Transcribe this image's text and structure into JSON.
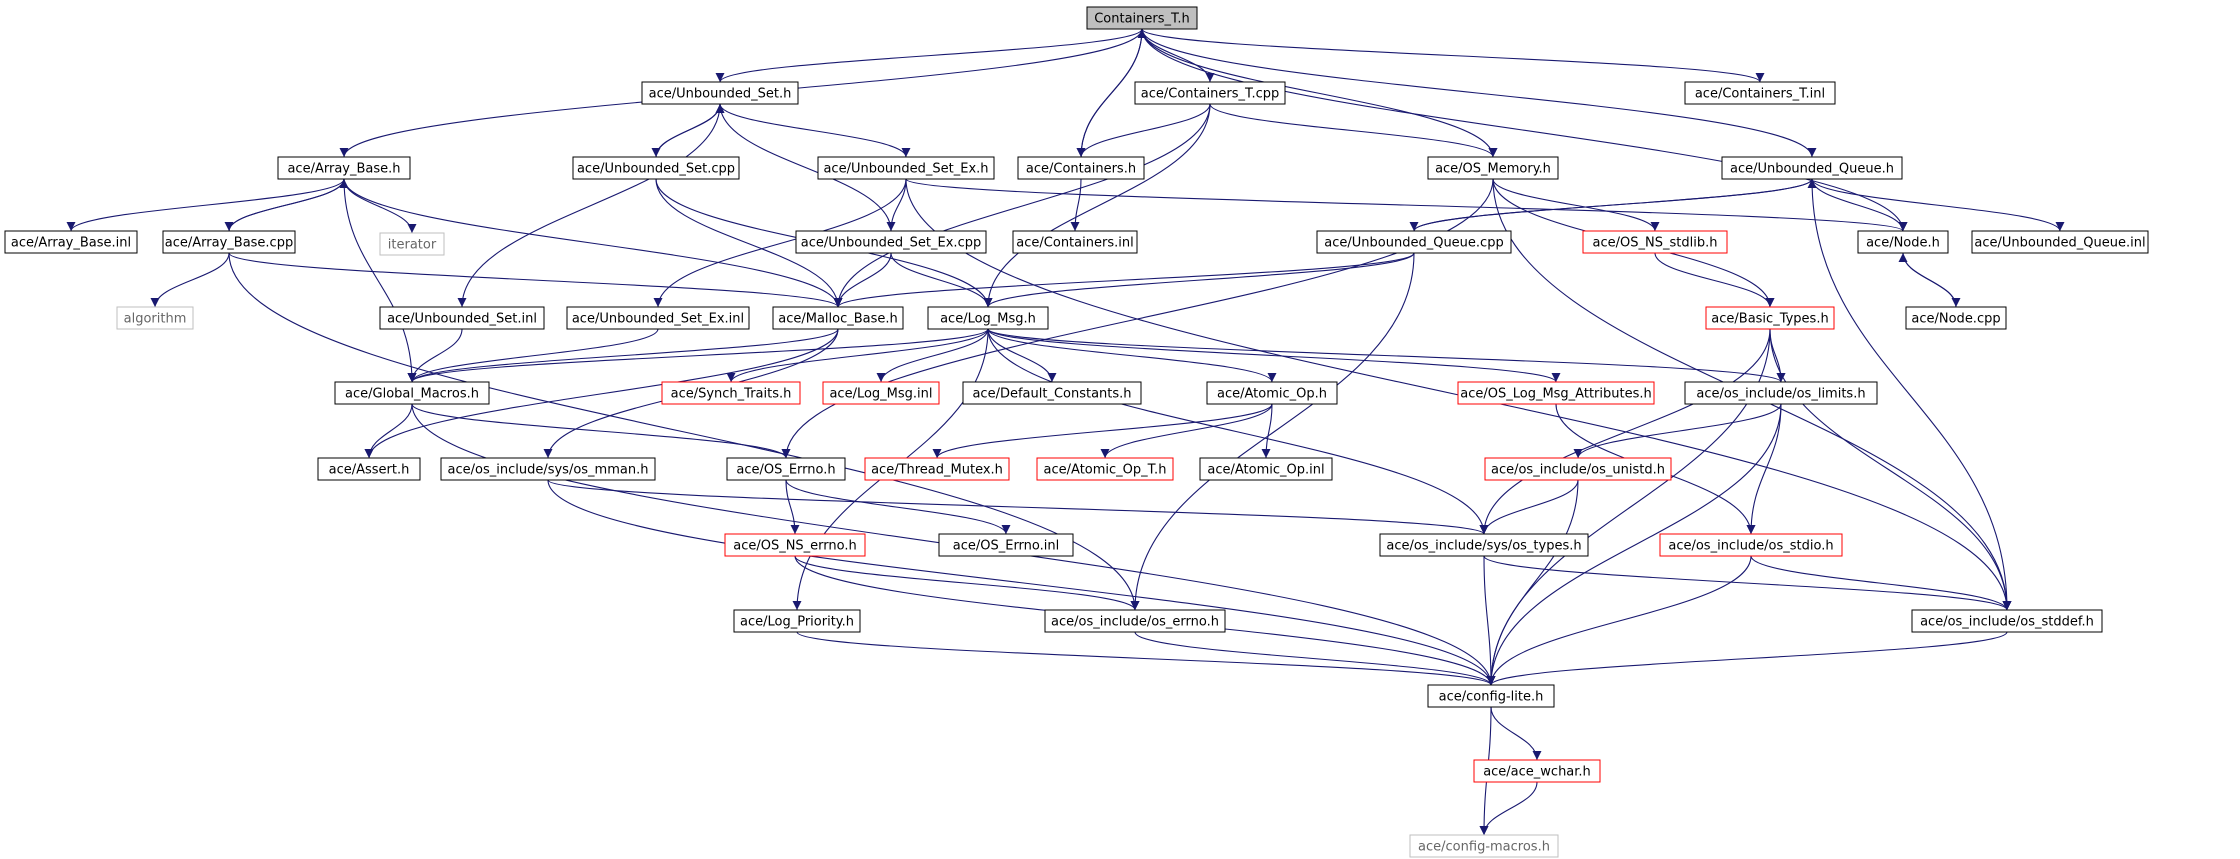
{
  "graph": {
    "nodes": [
      {
        "id": "containers_t_h",
        "label": "Containers_T.h",
        "style": "root"
      },
      {
        "id": "unbounded_set_h",
        "label": "ace/Unbounded_Set.h",
        "style": "normal"
      },
      {
        "id": "containers_t_cpp",
        "label": "ace/Containers_T.cpp",
        "style": "normal"
      },
      {
        "id": "containers_t_inl",
        "label": "ace/Containers_T.inl",
        "style": "normal"
      },
      {
        "id": "array_base_h",
        "label": "ace/Array_Base.h",
        "style": "normal"
      },
      {
        "id": "unbounded_set_cpp",
        "label": "ace/Unbounded_Set.cpp",
        "style": "normal"
      },
      {
        "id": "unbounded_set_ex_h",
        "label": "ace/Unbounded_Set_Ex.h",
        "style": "normal"
      },
      {
        "id": "containers_h",
        "label": "ace/Containers.h",
        "style": "normal"
      },
      {
        "id": "os_memory_h",
        "label": "ace/OS_Memory.h",
        "style": "normal"
      },
      {
        "id": "unbounded_queue_h",
        "label": "ace/Unbounded_Queue.h",
        "style": "normal"
      },
      {
        "id": "array_base_inl",
        "label": "ace/Array_Base.inl",
        "style": "normal"
      },
      {
        "id": "array_base_cpp",
        "label": "ace/Array_Base.cpp",
        "style": "normal"
      },
      {
        "id": "iterator",
        "label": "iterator",
        "style": "grey"
      },
      {
        "id": "unbounded_set_ex_cpp",
        "label": "ace/Unbounded_Set_Ex.cpp",
        "style": "normal"
      },
      {
        "id": "containers_inl",
        "label": "ace/Containers.inl",
        "style": "normal"
      },
      {
        "id": "unbounded_queue_cpp",
        "label": "ace/Unbounded_Queue.cpp",
        "style": "normal"
      },
      {
        "id": "os_ns_stdlib_h",
        "label": "ace/OS_NS_stdlib.h",
        "style": "red"
      },
      {
        "id": "node_h",
        "label": "ace/Node.h",
        "style": "normal"
      },
      {
        "id": "unbounded_queue_inl",
        "label": "ace/Unbounded_Queue.inl",
        "style": "normal"
      },
      {
        "id": "algorithm",
        "label": "algorithm",
        "style": "grey"
      },
      {
        "id": "unbounded_set_inl",
        "label": "ace/Unbounded_Set.inl",
        "style": "normal"
      },
      {
        "id": "unbounded_set_ex_inl",
        "label": "ace/Unbounded_Set_Ex.inl",
        "style": "normal"
      },
      {
        "id": "malloc_base_h",
        "label": "ace/Malloc_Base.h",
        "style": "normal"
      },
      {
        "id": "log_msg_h",
        "label": "ace/Log_Msg.h",
        "style": "normal"
      },
      {
        "id": "basic_types_h",
        "label": "ace/Basic_Types.h",
        "style": "red"
      },
      {
        "id": "node_cpp",
        "label": "ace/Node.cpp",
        "style": "normal"
      },
      {
        "id": "global_macros_h",
        "label": "ace/Global_Macros.h",
        "style": "normal"
      },
      {
        "id": "synch_traits_h",
        "label": "ace/Synch_Traits.h",
        "style": "red"
      },
      {
        "id": "log_msg_inl",
        "label": "ace/Log_Msg.inl",
        "style": "red"
      },
      {
        "id": "default_constants_h",
        "label": "ace/Default_Constants.h",
        "style": "normal"
      },
      {
        "id": "atomic_op_h",
        "label": "ace/Atomic_Op.h",
        "style": "normal"
      },
      {
        "id": "os_log_msg_attributes_h",
        "label": "ace/OS_Log_Msg_Attributes.h",
        "style": "red"
      },
      {
        "id": "os_limits_h",
        "label": "ace/os_include/os_limits.h",
        "style": "normal"
      },
      {
        "id": "assert_h",
        "label": "ace/Assert.h",
        "style": "normal"
      },
      {
        "id": "os_mman_h",
        "label": "ace/os_include/sys/os_mman.h",
        "style": "normal"
      },
      {
        "id": "os_errno_h",
        "label": "ace/OS_Errno.h",
        "style": "normal"
      },
      {
        "id": "thread_mutex_h",
        "label": "ace/Thread_Mutex.h",
        "style": "red"
      },
      {
        "id": "atomic_op_t_h",
        "label": "ace/Atomic_Op_T.h",
        "style": "red"
      },
      {
        "id": "atomic_op_inl",
        "label": "ace/Atomic_Op.inl",
        "style": "normal"
      },
      {
        "id": "os_unistd_h",
        "label": "ace/os_include/os_unistd.h",
        "style": "red"
      },
      {
        "id": "os_ns_errno_h",
        "label": "ace/OS_NS_errno.h",
        "style": "red"
      },
      {
        "id": "os_errno_inl",
        "label": "ace/OS_Errno.inl",
        "style": "normal"
      },
      {
        "id": "os_types_h",
        "label": "ace/os_include/sys/os_types.h",
        "style": "normal"
      },
      {
        "id": "os_stdio_h",
        "label": "ace/os_include/os_stdio.h",
        "style": "red"
      },
      {
        "id": "log_priority_h",
        "label": "ace/Log_Priority.h",
        "style": "normal"
      },
      {
        "id": "os_include_os_errno_h",
        "label": "ace/os_include/os_errno.h",
        "style": "normal"
      },
      {
        "id": "os_stddef_h",
        "label": "ace/os_include/os_stddef.h",
        "style": "normal"
      },
      {
        "id": "config_lite_h",
        "label": "ace/config-lite.h",
        "style": "normal"
      },
      {
        "id": "ace_wchar_h",
        "label": "ace/ace_wchar.h",
        "style": "red"
      },
      {
        "id": "config_macros_h",
        "label": "ace/config-macros.h",
        "style": "grey"
      }
    ],
    "edges": [
      [
        "containers_t_h",
        "unbounded_set_h"
      ],
      [
        "containers_t_h",
        "containers_t_cpp"
      ],
      [
        "containers_t_h",
        "containers_t_inl"
      ],
      [
        "containers_t_h",
        "array_base_h"
      ],
      [
        "containers_t_h",
        "containers_h"
      ],
      [
        "containers_t_h",
        "unbounded_queue_h"
      ],
      [
        "containers_t_h",
        "node_h"
      ],
      [
        "containers_t_h",
        "os_memory_h"
      ],
      [
        "containers_t_cpp",
        "containers_h"
      ],
      [
        "containers_t_cpp",
        "os_memory_h"
      ],
      [
        "containers_t_cpp",
        "malloc_base_h"
      ],
      [
        "containers_t_cpp",
        "log_msg_h"
      ],
      [
        "containers_h",
        "containers_t_h"
      ],
      [
        "containers_h",
        "containers_inl"
      ],
      [
        "unbounded_set_h",
        "unbounded_set_cpp"
      ],
      [
        "unbounded_set_h",
        "unbounded_set_ex_h"
      ],
      [
        "unbounded_set_h",
        "unbounded_set_inl"
      ],
      [
        "unbounded_set_cpp",
        "unbounded_set_h"
      ],
      [
        "unbounded_set_cpp",
        "malloc_base_h"
      ],
      [
        "unbounded_set_cpp",
        "log_msg_h"
      ],
      [
        "unbounded_set_ex_h",
        "unbounded_set_ex_cpp"
      ],
      [
        "unbounded_set_ex_h",
        "unbounded_set_ex_inl"
      ],
      [
        "unbounded_set_ex_h",
        "node_h"
      ],
      [
        "unbounded_set_ex_h",
        "os_stddef_h"
      ],
      [
        "unbounded_set_ex_cpp",
        "unbounded_set_h"
      ],
      [
        "unbounded_set_ex_cpp",
        "malloc_base_h"
      ],
      [
        "unbounded_set_ex_cpp",
        "log_msg_h"
      ],
      [
        "array_base_h",
        "array_base_inl"
      ],
      [
        "array_base_h",
        "array_base_cpp"
      ],
      [
        "array_base_h",
        "iterator"
      ],
      [
        "array_base_h",
        "global_macros_h"
      ],
      [
        "array_base_h",
        "malloc_base_h"
      ],
      [
        "array_base_cpp",
        "array_base_h"
      ],
      [
        "array_base_cpp",
        "algorithm"
      ],
      [
        "array_base_cpp",
        "malloc_base_h"
      ],
      [
        "array_base_cpp",
        "os_include_os_errno_h"
      ],
      [
        "unbounded_set_inl",
        "global_macros_h"
      ],
      [
        "unbounded_set_ex_inl",
        "global_macros_h"
      ],
      [
        "os_memory_h",
        "os_ns_stdlib_h"
      ],
      [
        "os_memory_h",
        "basic_types_h"
      ],
      [
        "os_memory_h",
        "os_stddef_h"
      ],
      [
        "os_memory_h",
        "os_errno_h"
      ],
      [
        "os_ns_stdlib_h",
        "basic_types_h"
      ],
      [
        "unbounded_queue_h",
        "unbounded_queue_cpp"
      ],
      [
        "unbounded_queue_h",
        "node_h"
      ],
      [
        "unbounded_queue_h",
        "unbounded_queue_inl"
      ],
      [
        "unbounded_queue_h",
        "os_stddef_h"
      ],
      [
        "unbounded_queue_cpp",
        "unbounded_queue_h"
      ],
      [
        "unbounded_queue_cpp",
        "malloc_base_h"
      ],
      [
        "unbounded_queue_cpp",
        "log_msg_h"
      ],
      [
        "unbounded_queue_cpp",
        "os_include_os_errno_h"
      ],
      [
        "node_h",
        "node_cpp"
      ],
      [
        "node_cpp",
        "node_h"
      ],
      [
        "malloc_base_h",
        "global_macros_h"
      ],
      [
        "malloc_base_h",
        "os_mman_h"
      ],
      [
        "malloc_base_h",
        "assert_h"
      ],
      [
        "log_msg_h",
        "global_macros_h"
      ],
      [
        "log_msg_h",
        "synch_traits_h"
      ],
      [
        "log_msg_h",
        "log_msg_inl"
      ],
      [
        "log_msg_h",
        "default_constants_h"
      ],
      [
        "log_msg_h",
        "atomic_op_h"
      ],
      [
        "log_msg_h",
        "os_log_msg_attributes_h"
      ],
      [
        "log_msg_h",
        "os_limits_h"
      ],
      [
        "log_msg_h",
        "log_priority_h"
      ],
      [
        "log_msg_h",
        "os_types_h"
      ],
      [
        "global_macros_h",
        "assert_h"
      ],
      [
        "global_macros_h",
        "os_errno_h"
      ],
      [
        "global_macros_h",
        "config_lite_h"
      ],
      [
        "atomic_op_h",
        "thread_mutex_h"
      ],
      [
        "atomic_op_h",
        "atomic_op_t_h"
      ],
      [
        "atomic_op_h",
        "atomic_op_inl"
      ],
      [
        "os_log_msg_attributes_h",
        "os_stdio_h"
      ],
      [
        "basic_types_h",
        "os_limits_h"
      ],
      [
        "basic_types_h",
        "os_types_h"
      ],
      [
        "basic_types_h",
        "os_stddef_h"
      ],
      [
        "basic_types_h",
        "config_lite_h"
      ],
      [
        "os_limits_h",
        "os_unistd_h"
      ],
      [
        "os_limits_h",
        "os_stdio_h"
      ],
      [
        "os_limits_h",
        "config_lite_h"
      ],
      [
        "os_mman_h",
        "os_types_h"
      ],
      [
        "os_mman_h",
        "config_lite_h"
      ],
      [
        "os_errno_h",
        "os_ns_errno_h"
      ],
      [
        "os_errno_h",
        "os_errno_inl"
      ],
      [
        "os_unistd_h",
        "os_types_h"
      ],
      [
        "os_unistd_h",
        "config_lite_h"
      ],
      [
        "os_ns_errno_h",
        "os_include_os_errno_h"
      ],
      [
        "os_ns_errno_h",
        "config_lite_h"
      ],
      [
        "os_types_h",
        "os_stddef_h"
      ],
      [
        "os_types_h",
        "config_lite_h"
      ],
      [
        "os_stdio_h",
        "os_stddef_h"
      ],
      [
        "os_stdio_h",
        "config_lite_h"
      ],
      [
        "log_priority_h",
        "config_lite_h"
      ],
      [
        "os_include_os_errno_h",
        "config_lite_h"
      ],
      [
        "os_stddef_h",
        "config_lite_h"
      ],
      [
        "config_lite_h",
        "ace_wchar_h"
      ],
      [
        "config_lite_h",
        "config_macros_h"
      ],
      [
        "ace_wchar_h",
        "config_macros_h"
      ]
    ]
  }
}
